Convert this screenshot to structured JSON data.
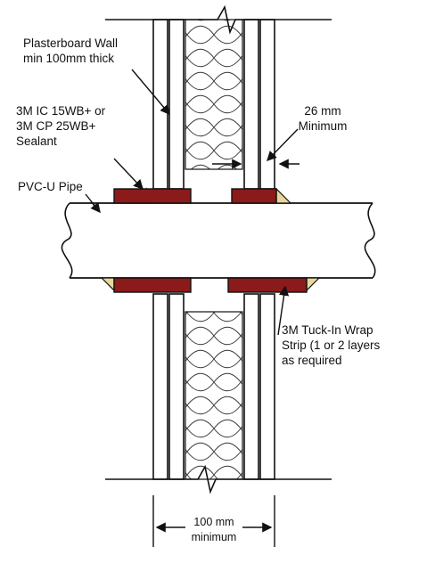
{
  "colors": {
    "stroke": "#111111",
    "strip": "#8b1a1a",
    "sealant": "#e8d79a",
    "background": "#ffffff"
  },
  "labels": {
    "plasterboard": [
      "Plasterboard Wall",
      "min 100mm thick"
    ],
    "sealant": [
      "3M IC 15WB+ or",
      "3M CP 25WB+",
      "Sealant"
    ],
    "pipe": "PVC-U Pipe",
    "gap": [
      "26 mm",
      "Minimum"
    ],
    "wrap": [
      "3M Tuck-In Wrap",
      "Strip (1 or 2 layers",
      "as required"
    ],
    "width": [
      "100 mm",
      "minimum"
    ]
  }
}
